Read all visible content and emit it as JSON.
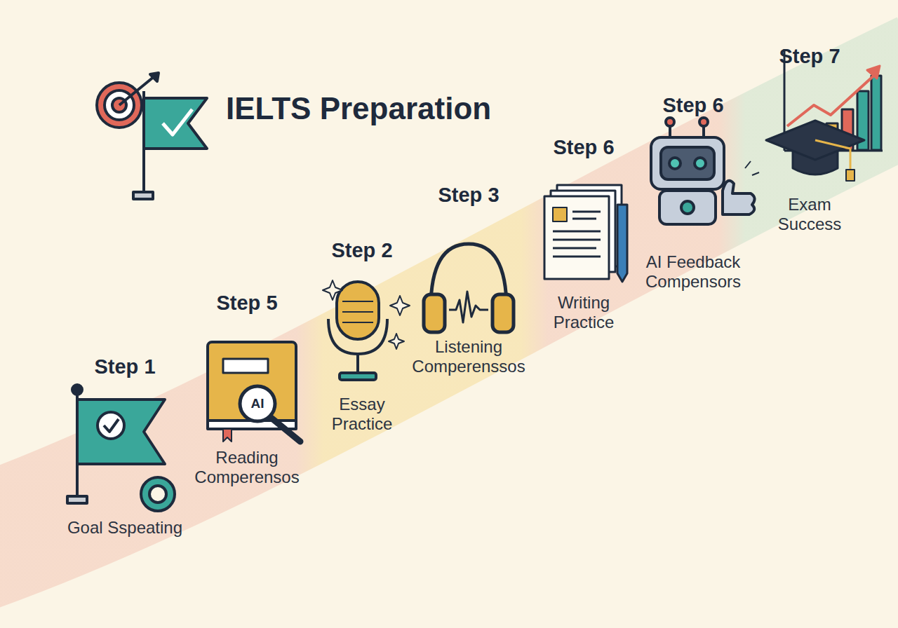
{
  "diagram": {
    "title": "IELTS Preparation",
    "nodes": [
      {
        "text": [
          "Step 1",
          "Goal Sspeating"
        ]
      },
      {
        "text": [
          "Step 5",
          "Reading Comperensos"
        ]
      },
      {
        "text": [
          "Step 2",
          "Essay Practice"
        ]
      },
      {
        "text": [
          "Step 3",
          "Listening Comperenssos"
        ]
      },
      {
        "text": [
          "Step 6",
          "Writing Practice"
        ]
      },
      {
        "text": [
          "Step 6",
          "AI Feedback Compensors"
        ]
      },
      {
        "text": [
          "Step 7",
          "Exam Success"
        ]
      }
    ],
    "labels": [
      "AI"
    ]
  }
}
